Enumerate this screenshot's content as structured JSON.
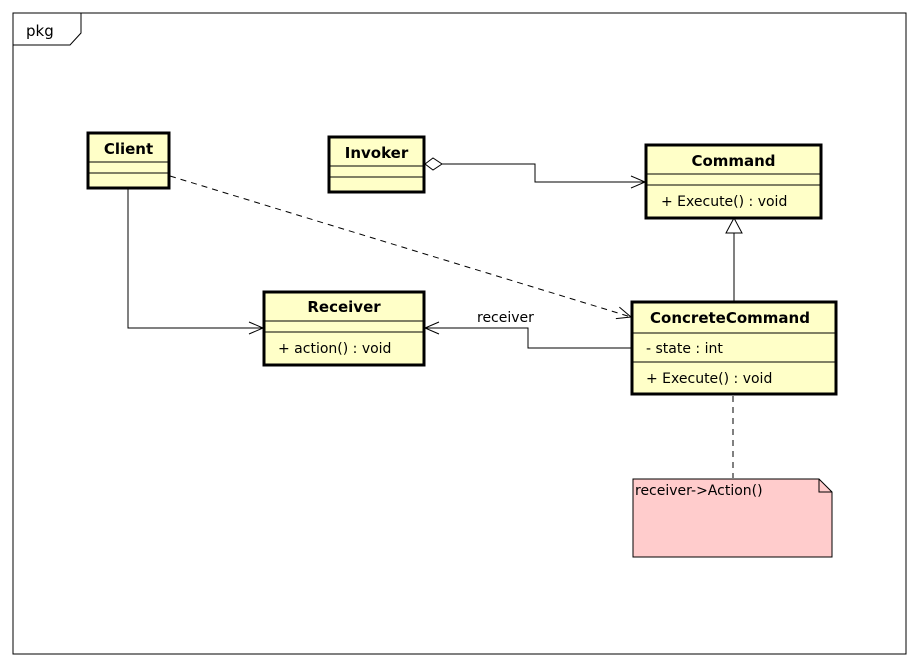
{
  "frame": {
    "label": "pkg"
  },
  "classes": {
    "client": {
      "name": "Client"
    },
    "invoker": {
      "name": "Invoker"
    },
    "command": {
      "name": "Command",
      "operations": [
        "+ Execute() : void"
      ]
    },
    "receiver": {
      "name": "Receiver",
      "operations": [
        "+ action() : void"
      ]
    },
    "concrete": {
      "name": "ConcreteCommand",
      "attributes": [
        "- state : int"
      ],
      "operations": [
        "+ Execute() : void"
      ]
    }
  },
  "edges": {
    "receiver_role": "receiver"
  },
  "note": {
    "text": "receiver->Action()",
    "fill": "#ffcccc"
  },
  "colors": {
    "class_fill": "#ffffc8",
    "note_fill": "#ffcccc"
  }
}
